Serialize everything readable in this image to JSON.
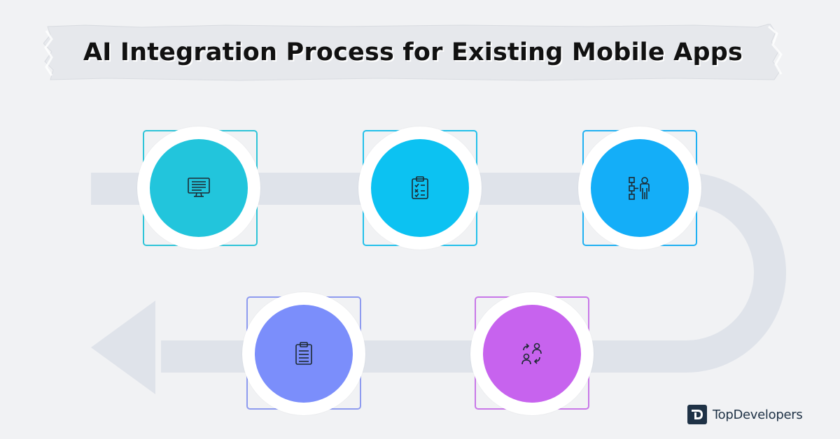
{
  "title": "AI Integration Process for Existing Mobile Apps",
  "brand": {
    "name": "TopDevelopers"
  },
  "colors": {
    "background": "#f1f2f4",
    "track": "#dfe3ea",
    "banner": "#e6e8ec"
  },
  "steps": [
    {
      "id": "step-1",
      "icon": "computer-monitor-icon",
      "color": "#22c5dc",
      "frame": "#2ec4d8"
    },
    {
      "id": "step-2",
      "icon": "clipboard-checklist-icon",
      "color": "#0cc2f2",
      "frame": "#22c0ea"
    },
    {
      "id": "step-3",
      "icon": "flowchart-person-icon",
      "color": "#14aef8",
      "frame": "#1fb0f2"
    },
    {
      "id": "step-4",
      "icon": "user-exchange-icon",
      "color": "#c763ee",
      "frame": "#c877e8"
    },
    {
      "id": "step-5",
      "icon": "clipboard-list-icon",
      "color": "#7b8efb",
      "frame": "#8e9bef"
    }
  ]
}
